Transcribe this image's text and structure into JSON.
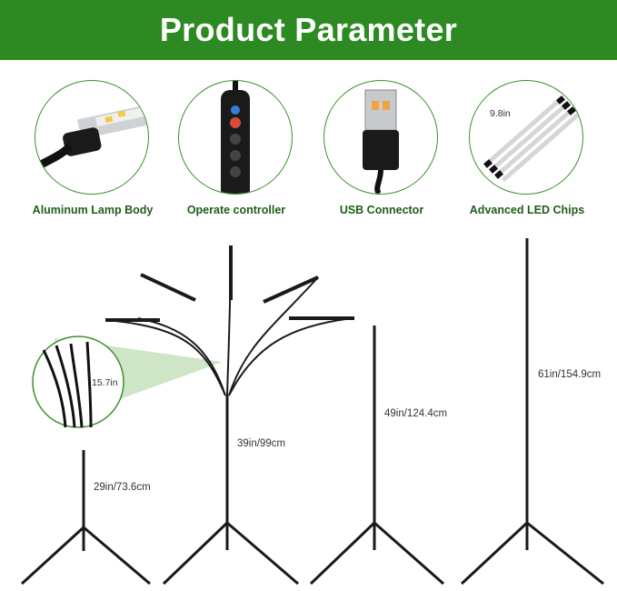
{
  "header": {
    "title": "Product Parameter"
  },
  "features": [
    {
      "icon": "aluminum-lamp-icon",
      "label": "Aluminum Lamp Body"
    },
    {
      "icon": "controller-icon",
      "label": "Operate controller"
    },
    {
      "icon": "usb-connector-icon",
      "label": "USB Connector"
    },
    {
      "icon": "led-chips-icon",
      "label": "Advanced LED Chips",
      "inner_label": "9.8in"
    }
  ],
  "detail": {
    "gooseneck_length": "15.7in"
  },
  "heights": [
    {
      "label": "29in/73.6cm"
    },
    {
      "label": "39in/99cm"
    },
    {
      "label": "49in/124.4cm"
    },
    {
      "label": "61in/154.9cm"
    }
  ],
  "colors": {
    "banner": "#2d8a22",
    "caption": "#1f5d18",
    "circle_border": "#3f8f2e",
    "highlight": "#cfe6c6"
  }
}
